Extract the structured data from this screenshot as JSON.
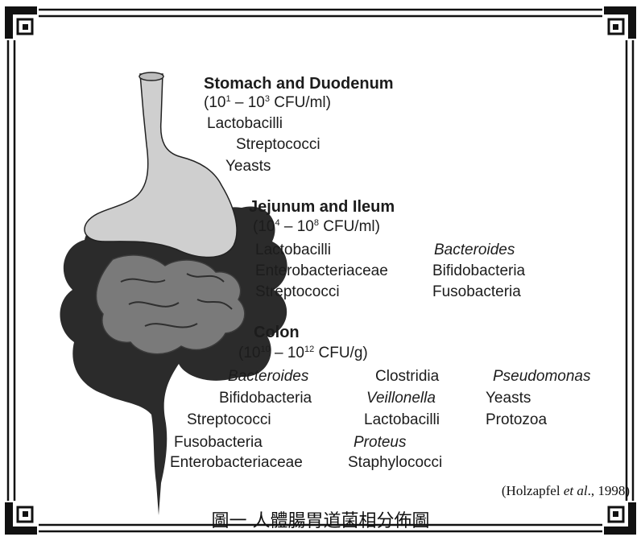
{
  "diagram": {
    "stomach": {
      "heading": "Stomach and Duodenum",
      "range_base_1": "(10",
      "range_exp_1": "1",
      "range_mid": " – 10",
      "range_exp_2": "3",
      "range_unit": " CFU/ml)",
      "organisms": [
        "Lactobacilli",
        "Streptococci",
        "Yeasts"
      ]
    },
    "jejunum": {
      "heading": "Jejunum and Ileum",
      "range_base_1": "(10",
      "range_exp_1": "4",
      "range_mid": " – 10",
      "range_exp_2": "8",
      "range_unit": " CFU/ml)",
      "organisms_left": [
        "Lactobacilli",
        "Enterobacteriaceae",
        "Streptococci"
      ],
      "organisms_right": [
        "Bacteroides",
        "Bifidobacteria",
        "Fusobacteria"
      ]
    },
    "colon": {
      "heading": "Colon",
      "range_base_1": "(10",
      "range_exp_1": "10",
      "range_mid": " – 10",
      "range_exp_2": "12",
      "range_unit": " CFU/g)",
      "organisms_col1": [
        "Bacteroides",
        "Bifidobacteria",
        "Streptococci",
        "Fusobacteria",
        "Enterobacteriaceae"
      ],
      "organisms_col2": [
        "Clostridia",
        "Veillonella",
        "Lactobacilli",
        "Proteus",
        "Staphylococci"
      ],
      "organisms_col3": [
        "Pseudomonas",
        "Yeasts",
        "Protozoa"
      ]
    }
  },
  "citation": {
    "prefix": "(Holzapfel ",
    "etal": "et al",
    "suffix": "., 1998)"
  },
  "caption": "圖一 人體腸胃道菌相分佈圖",
  "colors": {
    "stomach": "#cfcfcf",
    "small_intestine": "#7a7a7a",
    "colon": "#2b2b2b",
    "frame": "#111111"
  }
}
